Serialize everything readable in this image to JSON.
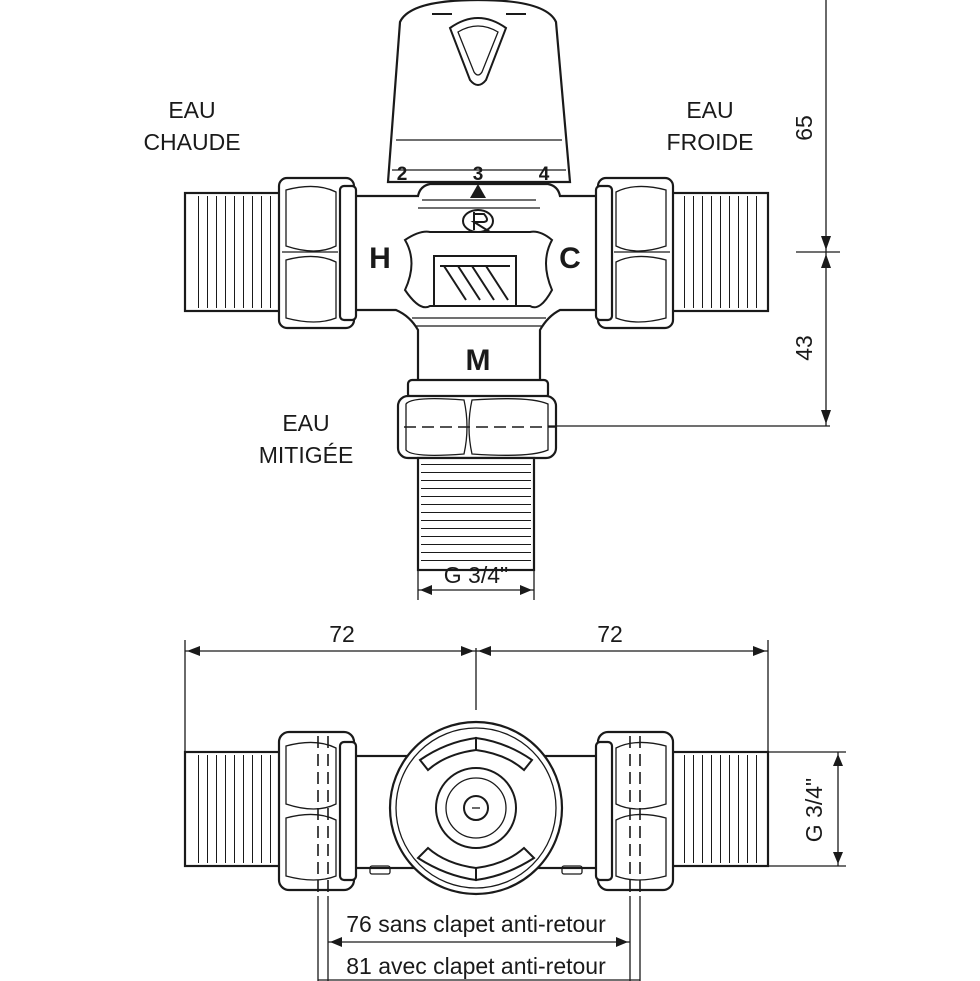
{
  "labels": {
    "hot_line1": "EAU",
    "hot_line2": "CHAUDE",
    "cold_line1": "EAU",
    "cold_line2": "FROIDE",
    "mixed_line1": "EAU",
    "mixed_line2": "MITIGÉE"
  },
  "body_markings": {
    "hot": "H",
    "cold": "C",
    "mixed": "M",
    "scale": [
      "2",
      "3",
      "4"
    ]
  },
  "dimensions": {
    "height_upper": "65",
    "height_lower": "43",
    "outlet_thread": "G 3/4\"",
    "half_width_left": "72",
    "half_width_right": "72",
    "inlet_thread": "G 3/4\"",
    "without_check_valve": "76 sans clapet anti-retour",
    "with_check_valve": "81 avec clapet anti-retour"
  }
}
